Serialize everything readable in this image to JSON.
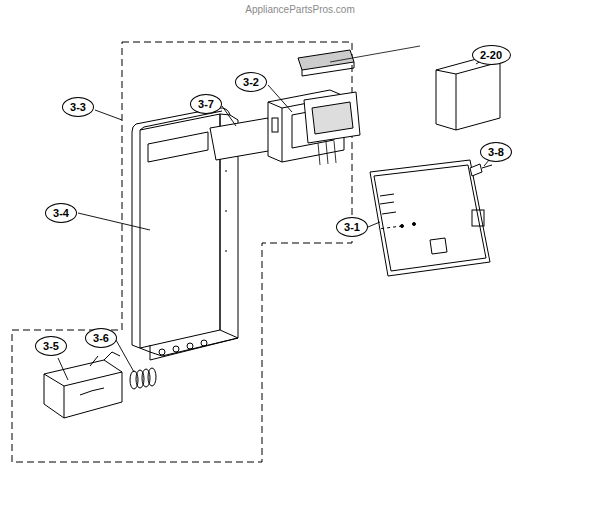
{
  "diagram": {
    "nodes": [
      {
        "text": [
          "2-20"
        ]
      },
      {
        "text": [
          "3-2"
        ]
      },
      {
        "text": [
          "3-3"
        ]
      },
      {
        "text": [
          "3-7"
        ]
      },
      {
        "text": [
          "3-8"
        ]
      },
      {
        "text": [
          "3-4"
        ]
      },
      {
        "text": [
          "3-1"
        ]
      },
      {
        "text": [
          "3-6"
        ]
      },
      {
        "text": [
          "3-5"
        ]
      }
    ],
    "labels": [
      "AppliancePartsPros.com"
    ]
  }
}
